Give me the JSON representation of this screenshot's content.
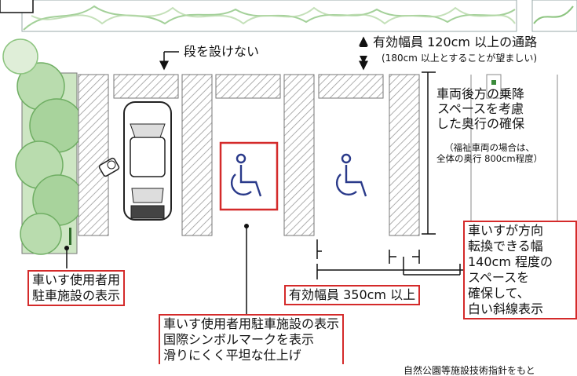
{
  "labels": {
    "no_step": "段を設けない",
    "walkway_main": "有効幅員 120cm 以上の通路",
    "walkway_note": "(180cm 以上とすることが望ましい)",
    "depth_lines": [
      "車両後方の乗降",
      "スペースを考慮",
      "した奥行の確保"
    ],
    "depth_note_lines": [
      "（福祉車両の場合は、",
      "全体の奥行 800cm程度）"
    ],
    "width_label": "有効幅員 350cm 以上",
    "turn_lines": [
      "車いすが方向",
      "転換できる幅",
      "140cm 程度の",
      "スペースを",
      "確保して、",
      "白い斜線表示"
    ],
    "sign_lines": [
      "車いす使用者用",
      "駐車施設の表示"
    ],
    "symbol_lines": [
      "車いす使用者用駐車施設の表示",
      "国際シンボルマークを表示",
      "滑りにくく平坦な仕上げ"
    ],
    "source": "自然公園等施設技術指針をもと"
  },
  "colors": {
    "callout_border": "#d42a2a",
    "planting": "#7fbf75",
    "hatch": "#8a8a8a"
  }
}
